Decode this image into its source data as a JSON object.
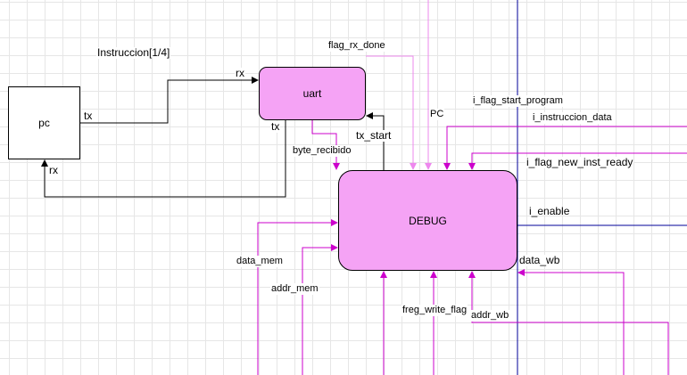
{
  "colors": {
    "black": "#000000",
    "magenta": "#cc00cc",
    "light_pink": "#ee88ee",
    "navy": "#000099",
    "block_fill": "#f5a3f5"
  },
  "blocks": {
    "pc": "pc",
    "uart": "uart",
    "debug": "DEBUG"
  },
  "labels": {
    "instruccion": "Instruccion[1/4]",
    "uart_rx": "rx",
    "pc_tx": "tx",
    "uart_tx": "tx",
    "pc_rx": "rx",
    "flag_rx_done": "flag_rx_done",
    "pc_signal": "PC",
    "byte_recibido": "byte_recibido",
    "tx_start": "tx_start",
    "i_flag_start_program": "i_flag_start_program",
    "i_instruccion_data": "i_instruccion_data",
    "i_flag_new_inst_ready": "i_flag_new_inst_ready",
    "i_enable": "i_enable",
    "data_mem": "data_mem",
    "addr_mem": "addr_mem",
    "data_wb": "data_wb",
    "freg_write_flag": "freg_write_flag",
    "addr_wb": "addr_wb"
  }
}
